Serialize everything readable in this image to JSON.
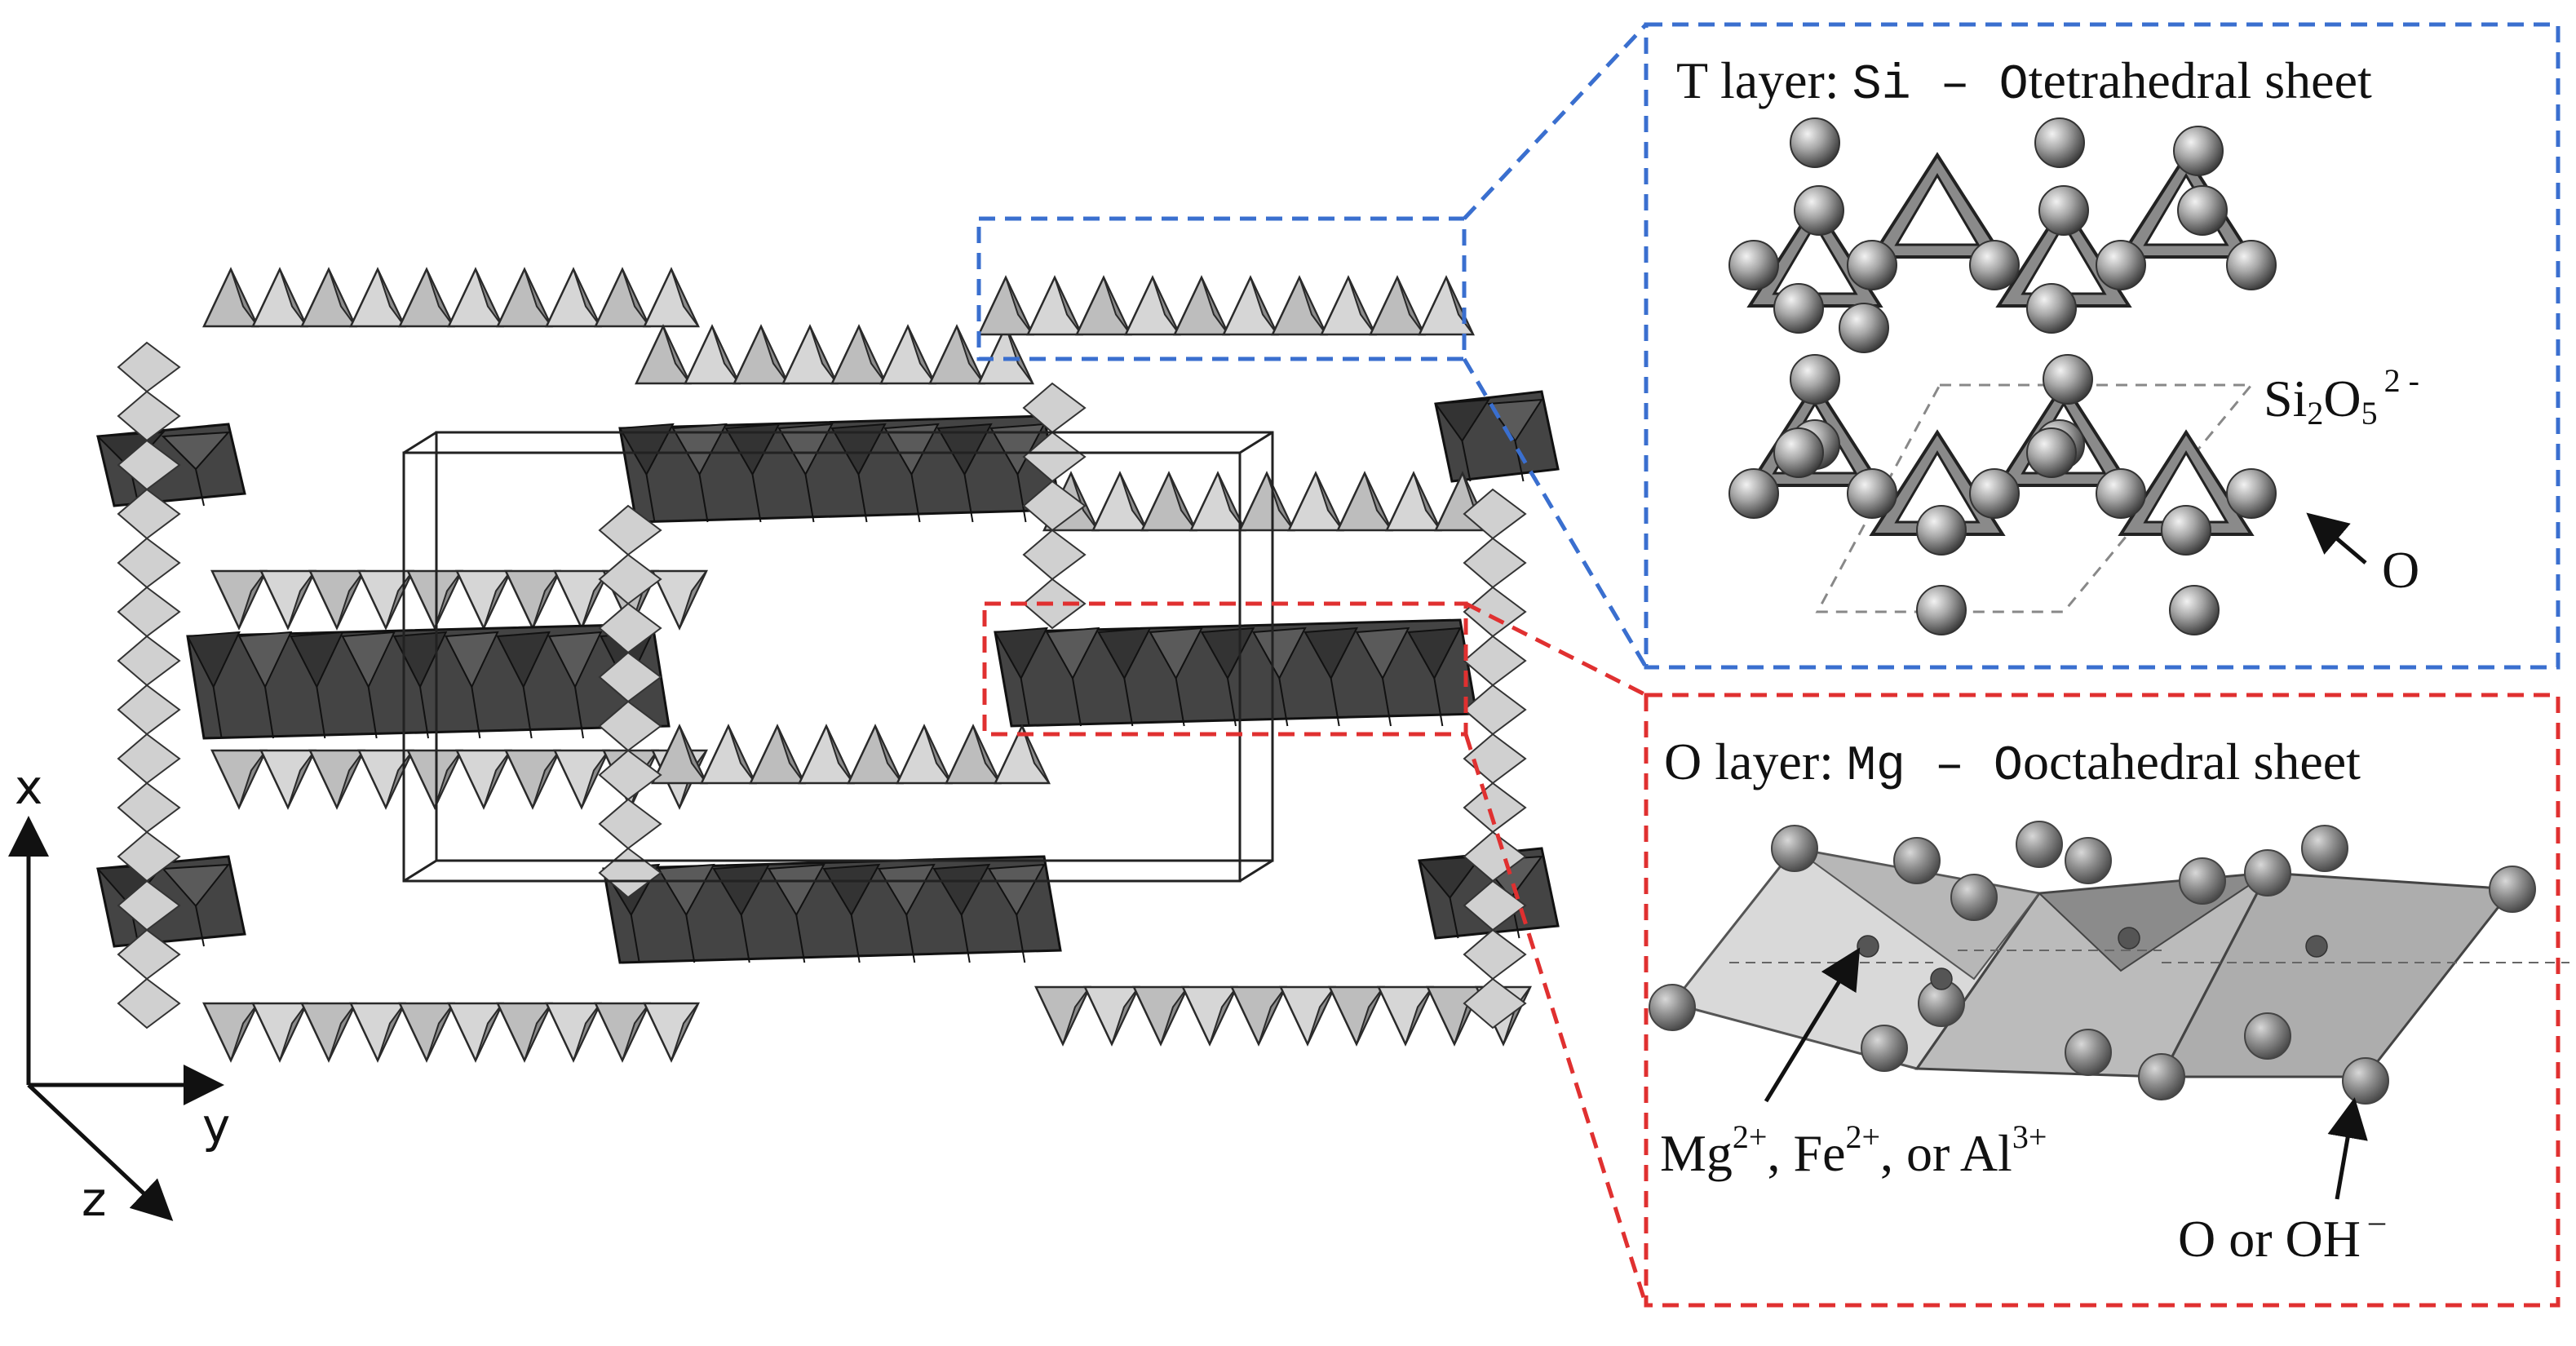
{
  "axes": {
    "x_label": "x",
    "y_label": "y",
    "z_label": "z"
  },
  "t_panel": {
    "title_prefix": "T layer: ",
    "title_formula": "Si – O",
    "title_suffix": "tetrahedral sheet",
    "formula_base1": "Si",
    "formula_sub1": "2",
    "formula_base2": "O",
    "formula_sub2": "5",
    "formula_charge": "2 -",
    "oxygen_label": "O",
    "border_color": "#3a6fcf"
  },
  "o_panel": {
    "title_prefix": "O layer: ",
    "title_formula": "Mg – O",
    "title_suffix": "octahedral sheet",
    "cation_mg": "Mg",
    "cation_mg_charge": "2+",
    "cation_fe": ", Fe",
    "cation_fe_charge": "2+",
    "cation_or": ", or Al",
    "cation_al_charge": "3+",
    "anion_text": "O or OH",
    "anion_charge": "–",
    "border_color": "#e03030"
  }
}
